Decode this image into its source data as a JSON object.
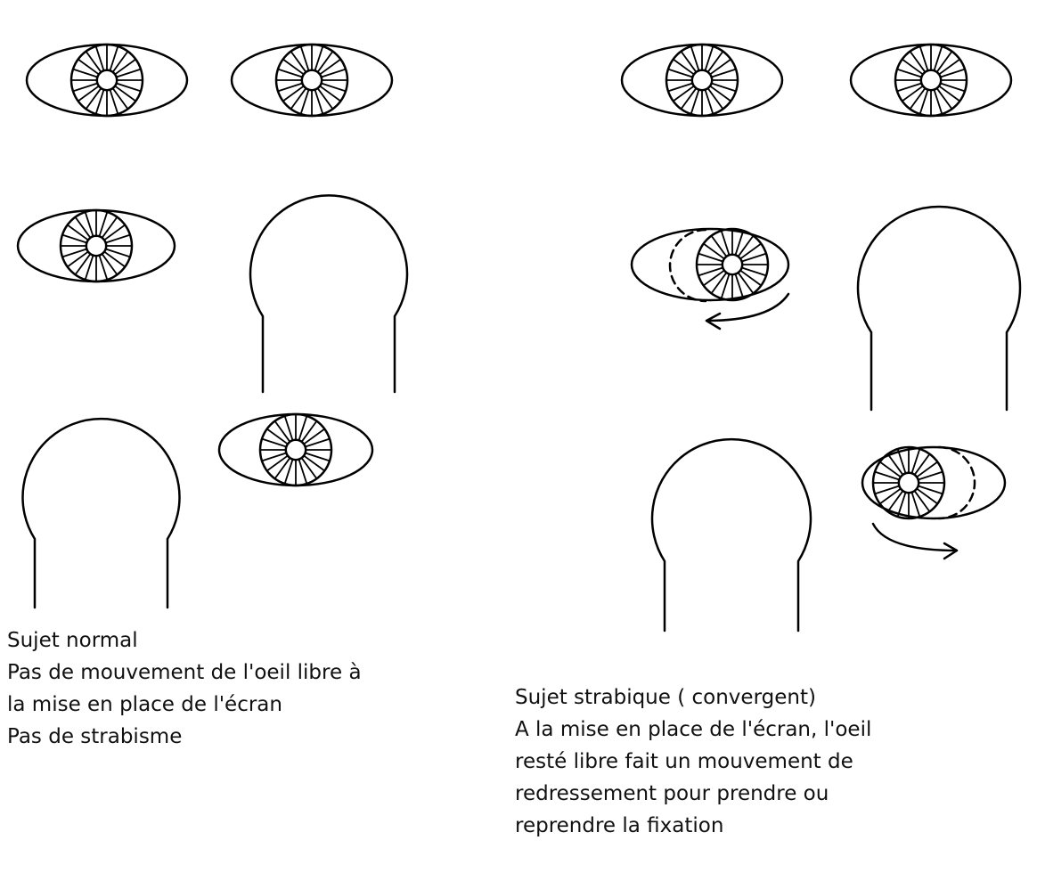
{
  "captions": {
    "normal": {
      "lines": [
        "Sujet normal",
        "Pas de mouvement de l'oeil libre à",
        "la mise en place de l'écran",
        "Pas de strabisme"
      ]
    },
    "strabique": {
      "lines": [
        "Sujet strabique ( convergent)",
        "A la mise en place de l'écran, l'oeil",
        "resté libre fait un mouvement de",
        "redressement pour prendre ou",
        "reprendre la fixation"
      ]
    }
  },
  "colors": {
    "stroke": "#000000",
    "background": "#ffffff"
  }
}
